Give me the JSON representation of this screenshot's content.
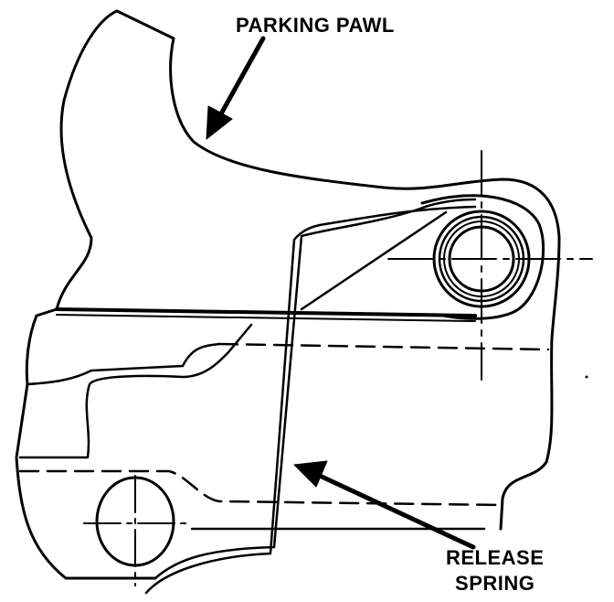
{
  "diagram": {
    "callouts": {
      "parking_pawl": "PARKING PAWL",
      "release_spring_line1": "RELEASE",
      "release_spring_line2": "SPRING"
    },
    "colors": {
      "ink": "#000000",
      "paper": "#ffffff"
    }
  }
}
